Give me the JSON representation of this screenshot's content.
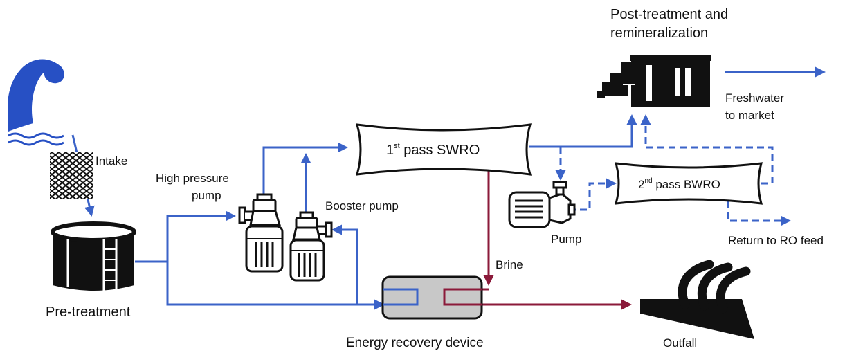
{
  "labels": {
    "intake": "Intake",
    "pretreatment": "Pre-treatment",
    "high_pressure_pump_line1": "High pressure",
    "high_pressure_pump_line2": "pump",
    "booster_pump": "Booster pump",
    "swro_sup": "st",
    "swro_num": "1",
    "swro_text": " pass SWRO",
    "bwro_num": "2",
    "bwro_sup": "nd",
    "bwro_text": " pass BWRO",
    "pump": "Pump",
    "brine": "Brine",
    "erd": "Energy recovery device",
    "outfall": "Outfall",
    "post_line1": "Post-treatment and",
    "post_line2": "remineralization",
    "fresh_line1": "Freshwater",
    "fresh_line2": "to market",
    "return_ro": "Return to RO feed"
  },
  "colors": {
    "water_flow": "#3b63c8",
    "brine_flow": "#8b1a3a",
    "equipment": "#111111",
    "erd_fill": "#c8c8c8",
    "wave": "#2750c4"
  }
}
